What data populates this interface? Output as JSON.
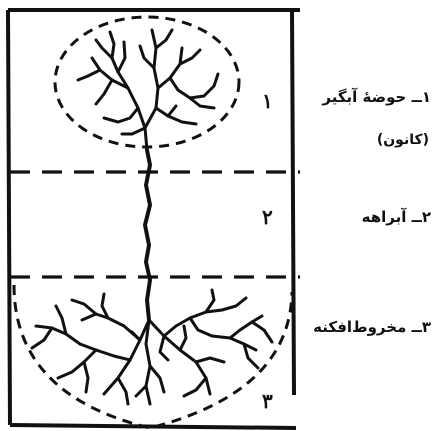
{
  "zones": [
    {
      "number": "۱",
      "label": "۱ــ حوضهٔ آبگیر",
      "sublabel": "(کانون)"
    },
    {
      "number": "۲",
      "label": "۲ــ آبراهه"
    },
    {
      "number": "۳",
      "label": "۳ــ مخروط‌افکنه"
    }
  ],
  "colors": {
    "ink": "#111111",
    "background": "#ffffff"
  }
}
